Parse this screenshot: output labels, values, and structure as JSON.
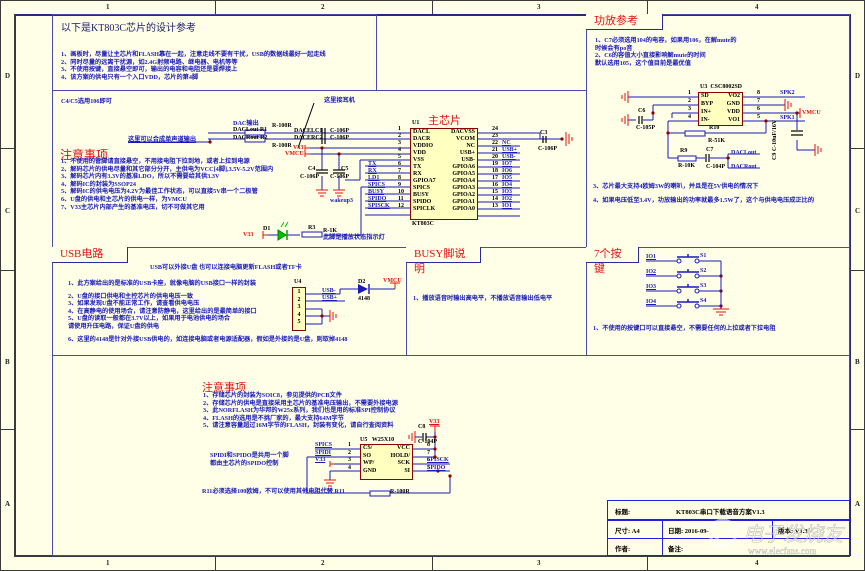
{
  "frame": {
    "columns": [
      "1",
      "2",
      "3",
      "4"
    ],
    "rows": [
      "D",
      "C",
      "B",
      "A"
    ]
  },
  "intro": {
    "title": "以下是KT803C芯片的设计参考",
    "notes": [
      "1、画板时，尽量让主芯片和FLASH靠在一起，注意走线不要有干扰，USB的数据线最好一起走线",
      "2、同时尽量的远离干扰源，如2.4G射频电路、继电器、电机等等",
      "3、不使用按键，直接悬空即可，输出的电容和电阻还是要焊接上",
      "4、该方案的供电只有一个入口VDD，芯片的第4脚"
    ]
  },
  "main_section": {
    "c4c5_note": "C4/C5选用106即可",
    "earphone_note": "这里接耳机",
    "dac_output_label": "DAC输出",
    "mono_note": "这里可以合成单声道输出",
    "chip_title": "主芯片",
    "led_note": "此脚是播放状态指示灯",
    "wakeup_label": "wakeup3",
    "cautions_title": "注意事项",
    "cautions": [
      "1、不使用的管脚请直接悬空，不用接电阻下拉到地，或者上拉到电源",
      "2、解码芯片的供电尽量和其它部分分开，主供电为VCC[4脚],3.5V-5.2V范围内",
      "3、解码芯片内有3.3V的基准LDO，所以不需要给其供3.3V",
      "4、解码IC的封装为SSOP24",
      "5、解码IC的供电电压为4.2V为最佳工作状态，可以直接5V串一个二极管",
      "6、U盘的供电和主芯片的供电一样，为VMCU",
      "7、V33主芯片内部产生的基准电压，切不可做其它用"
    ],
    "components": {
      "r1": "R1",
      "r2": "R2",
      "r1_val": "R-100R",
      "r2_val": "R-100R",
      "c1": "C1",
      "c2": "C2",
      "c1_val": "C-106P",
      "c2_val": "C-106P",
      "c3": "C3",
      "c3_val": "C-106P",
      "c4": "C4",
      "c5": "C5",
      "c4_val": "C-106P",
      "c5_val": "C-106P",
      "d1": "D1",
      "r3": "R3",
      "r3_val": "R-1K",
      "dacl_out": "DACLout",
      "dacr_out": "DACRout",
      "dacel": "DACEL",
      "dacer": "DACER",
      "v33": "V33",
      "vmcu": "VMCU"
    },
    "u1": {
      "ref": "U1",
      "part": "KT803C",
      "left_pins": [
        {
          "num": "1",
          "name": "DACL",
          "net": ""
        },
        {
          "num": "2",
          "name": "DACR",
          "net": ""
        },
        {
          "num": "3",
          "name": "VDDIO",
          "net": ""
        },
        {
          "num": "4",
          "name": "VDD",
          "net": ""
        },
        {
          "num": "5",
          "name": "VSS",
          "net": ""
        },
        {
          "num": "6",
          "name": "TX",
          "net": "TX"
        },
        {
          "num": "7",
          "name": "RX",
          "net": "RX"
        },
        {
          "num": "8",
          "name": "GPIOA7",
          "net": "LD1"
        },
        {
          "num": "9",
          "name": "SPICS",
          "net": "SPICS"
        },
        {
          "num": "10",
          "name": "BUSY",
          "net": "BUSY"
        },
        {
          "num": "11",
          "name": "SPIDO",
          "net": "SPIDO"
        },
        {
          "num": "12",
          "name": "SPICLK",
          "net": "SPISCK"
        }
      ],
      "right_pins": [
        {
          "num": "24",
          "name": "DACVSS",
          "net": ""
        },
        {
          "num": "23",
          "name": "VCOM",
          "net": ""
        },
        {
          "num": "22",
          "name": "NC",
          "net": "NC"
        },
        {
          "num": "21",
          "name": "USB+",
          "net": "USB+"
        },
        {
          "num": "20",
          "name": "USB-",
          "net": "USB-"
        },
        {
          "num": "19",
          "name": "GPIOA6",
          "net": "IO7"
        },
        {
          "num": "18",
          "name": "GPIOA5",
          "net": "IO6"
        },
        {
          "num": "17",
          "name": "GPIOA4",
          "net": "IO5"
        },
        {
          "num": "16",
          "name": "GPIOA3",
          "net": "IO4"
        },
        {
          "num": "15",
          "name": "GPIOA2",
          "net": "IO3"
        },
        {
          "num": "14",
          "name": "GPIOA1",
          "net": "IO2"
        },
        {
          "num": "13",
          "name": "GPIOA0",
          "net": "IO1"
        }
      ]
    }
  },
  "amp_section": {
    "title": "功放参考",
    "notes_top": [
      "1、C7必须选用104的电容，如果用106，在解mute的",
      "   时候会有po音",
      "2、C6的容值大小直接影响解mute的时间",
      "   默认选用105，这个值目前是最优值"
    ],
    "notes_bottom": [
      "3、芯片最大支持4欧姆3W的喇叭，并且是在5V供电的情况下",
      "4、如果电压低至3.4V，功放输出的功率就最多1.5W了，这个与供电电压成正比的"
    ],
    "u3": {
      "ref": "U3",
      "part": "CSC8002SD",
      "left_pins": [
        {
          "num": "1",
          "name": "SD"
        },
        {
          "num": "2",
          "name": "BYP"
        },
        {
          "num": "3",
          "name": "IN+"
        },
        {
          "num": "4",
          "name": "IN-"
        }
      ],
      "right_pins": [
        {
          "num": "8",
          "name": "VO2"
        },
        {
          "num": "7",
          "name": "GND"
        },
        {
          "num": "6",
          "name": "VDD"
        },
        {
          "num": "5",
          "name": "VO1"
        }
      ]
    },
    "components": {
      "c6": "C6",
      "c6_val": "C-105P",
      "r10": "R10",
      "r10_val": "R-51K",
      "r9": "R9",
      "r9_val": "R-10K",
      "c7": "C7",
      "c7_val": "C-104P",
      "c9": "C9",
      "c9_val": "C-10uF/16V",
      "spk1": "SPK1",
      "spk2": "SPK2",
      "vmcu": "VMCU",
      "dacl_out": "DACLout",
      "dacr_out": "DACRout"
    }
  },
  "usb_section": {
    "title": "USB电路",
    "subtitle": "USB可以外接U盘 也可以连接电脑更新FLASH或者TF卡",
    "notes": [
      "1、此方案给出的是标准的USB卡座，就像电脑的USB接口一样的封装",
      "2、U盘的接口供电和主控芯片的供电电压一致",
      "3、如果发现U盘不能正常工作，请查看供电电压",
      "4、在高静电的使用场合，请注意防静电，这里给出的是最简单的接口",
      "5、U盘的读取一般都在3.7V以上，如果用于电池供电的场合",
      "   请使用升压电路，保证U盘的供电",
      "6、这里的4148是针对外接USB供电的，如连接电脑或者电源适配器，假如是外接的是U盘，则取掉4148"
    ],
    "u4": {
      "ref": "U4",
      "pins": [
        "1",
        "2",
        "3",
        "4",
        "5"
      ]
    },
    "d2": {
      "ref": "D2",
      "val": "4148"
    },
    "nets": {
      "usb_minus": "USB-",
      "usb_plus": "USB+",
      "vmcu": "VMCU"
    }
  },
  "busy_section": {
    "title": "BUSY脚说明",
    "notes": [
      "1、播放语音时输出高电平，不播放语音输出低电平"
    ]
  },
  "keys_section": {
    "title": "7个按键",
    "keys": [
      {
        "net": "IO1",
        "ref": "S1"
      },
      {
        "net": "IO2",
        "ref": "S2"
      },
      {
        "net": "IO3",
        "ref": "S3"
      },
      {
        "net": "IO4",
        "ref": "S4"
      }
    ],
    "notes": [
      "1、不使用的按键口可以直接悬空，不需要任何的上拉或者下拉电阻"
    ]
  },
  "flash_section": {
    "title": "注意事项",
    "notes": [
      "1、存储芯片的封装为SOIC8，参见提供的PCB文件",
      "2、存储芯片的供电是直接采用主芯片的基准电压输出，不需要外接电源",
      "3、此NORFLASH为华邦的W25x系列，我们也是用的标准SPI控制协议",
      "4、FLASH的选用是不挑厂家的，最大支持64M字节",
      "5、请注意容量超过16M字节的FLASH，封装有变化，请自行查阅资料"
    ],
    "spi_note": [
      "SPIDI和SPIDO是共用一个脚",
      "都由主芯片的SPIDO控制"
    ],
    "r11_note": "R11必须选择100欧姆，不可以使用其他电阻代替 R11",
    "u5": {
      "ref": "U5",
      "part": "W25X10",
      "left_pins": [
        {
          "num": "1",
          "name": "CS/",
          "net": "SPICS"
        },
        {
          "num": "2",
          "name": "SO",
          "net": "SPIDI"
        },
        {
          "num": "3",
          "name": "WP/",
          "net": "V33"
        },
        {
          "num": "4",
          "name": "GND",
          "net": ""
        }
      ],
      "right_pins": [
        {
          "num": "8",
          "name": "VCC",
          "net": ""
        },
        {
          "num": "7",
          "name": "HOLD/",
          "net": ""
        },
        {
          "num": "6",
          "name": "SCK",
          "net": "SPISCK"
        },
        {
          "num": "5",
          "name": "SI",
          "net": "SPIDO"
        }
      ]
    },
    "components": {
      "c8": "C8",
      "c8_val": "C-104P",
      "v33": "V33",
      "r11_val": "R-100R"
    }
  },
  "title_block": {
    "title_label": "标题:",
    "title_value": "KT803C串口下载语音方案V1.3",
    "size_label": "尺寸:",
    "size_value": "A4",
    "date_label": "日期:",
    "date_value": "2016-09-",
    "version_label": "版本:",
    "version_value": "V1.3",
    "author_label": "作者:",
    "remark_label": "备注:"
  },
  "watermark": {
    "text": "电子发烧友",
    "url_text": "www.elecfans.com"
  }
}
